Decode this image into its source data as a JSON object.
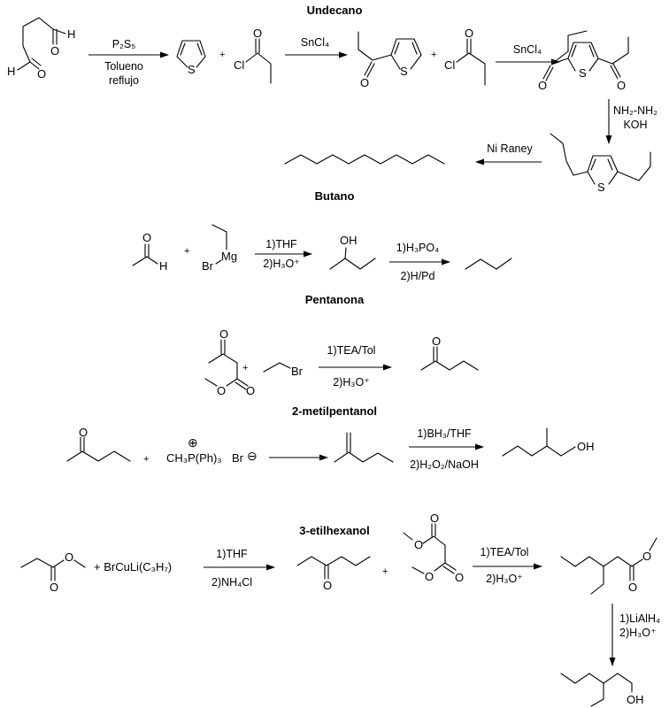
{
  "titles": {
    "undecano": "Undecano",
    "butano": "Butano",
    "pentanona": "Pentanona",
    "metilpentanol": "2-metilpentanol",
    "etilhexanol": "3-etilhexanol"
  },
  "atoms": {
    "O": "O",
    "H": "H",
    "S": "S",
    "Cl": "Cl",
    "Br": "Br",
    "Mg": "Mg",
    "OH": "OH",
    "plus": "+"
  },
  "undecano": {
    "step1": {
      "reagent": "P₂S₅",
      "cond1": "Tolueno",
      "cond2": "reflujo"
    },
    "step2": {
      "reagent": "SnCl₄"
    },
    "step3": {
      "reagent": "SnCl₄"
    },
    "step4": {
      "reagent1": "NH₂-NH₂",
      "reagent2": "KOH"
    },
    "step5": {
      "reagent": "Ni Raney"
    }
  },
  "butano": {
    "step1": {
      "reagent1": "1)THF",
      "reagent2": "2)H₃O⁺"
    },
    "step2": {
      "reagent1": "1)H₃PO₄",
      "reagent2": "2)H/Pd"
    }
  },
  "pentanona": {
    "step1": {
      "reagent1": "1)TEA/Tol",
      "reagent2": "2)H₃O⁺"
    }
  },
  "metilpentanol": {
    "wittig": {
      "reagent": "CH₃P(Ph)₃",
      "anion": "Br",
      "plus_charge": "⊕",
      "minus_charge": "⊖"
    },
    "step2": {
      "reagent1": "1)BH₃/THF",
      "reagent2": "2)H₂O₂/NaOH"
    }
  },
  "etilhexanol": {
    "cuprate": "+ BrCuLi(C₃H₇)",
    "step1": {
      "reagent1": "1)THF",
      "reagent2": "2)NH₄Cl"
    },
    "step2": {
      "reagent1": "1)TEA/Tol",
      "reagent2": "2)H₃O⁺"
    },
    "step3": {
      "reagent1": "1)LiAlH₄",
      "reagent2": "2)H₃O⁺"
    }
  }
}
